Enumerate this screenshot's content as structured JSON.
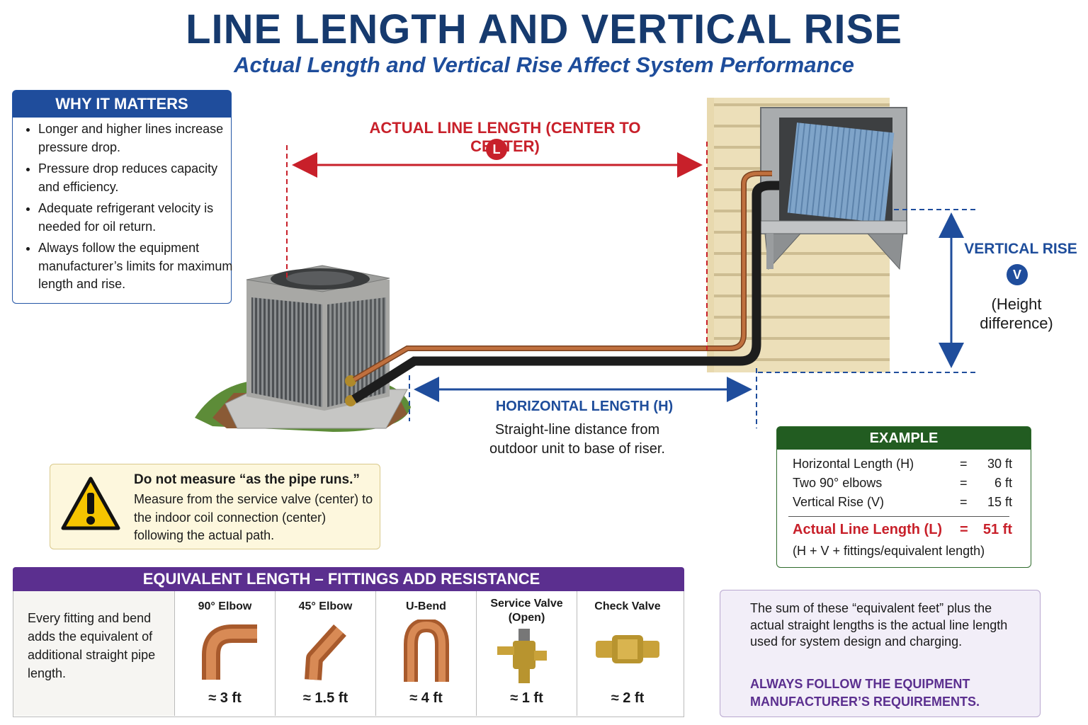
{
  "title": "LINE LENGTH AND VERTICAL RISE",
  "subtitle": "Actual Length and Vertical Rise Affect System Performance",
  "why": {
    "heading": "WHY IT MATTERS",
    "items": [
      "Longer and higher lines increase pressure drop.",
      "Pressure drop reduces capacity and efficiency.",
      "Adequate refrigerant velocity is needed for oil return.",
      "Always follow the equipment manufacturer’s limits for maximum length and rise."
    ]
  },
  "dimensions": {
    "actual_label": "ACTUAL LINE LENGTH (CENTER TO CENTER)",
    "actual_badge": "L",
    "horizontal_label": "HORIZONTAL LENGTH (H)",
    "horizontal_desc": "Straight-line distance from outdoor unit to base of riser.",
    "vertical_label": "VERTICAL RISE",
    "vertical_badge": "V",
    "vertical_desc": "(Height difference)"
  },
  "warning": {
    "heading": "Do not measure “as the pipe runs.”",
    "body": "Measure from the service valve (center) to the indoor coil connection (center) following the actual path."
  },
  "example": {
    "heading": "EXAMPLE",
    "rows": [
      {
        "label": "Horizontal Length (H)",
        "eq": "=",
        "value": "30 ft"
      },
      {
        "label": "Two 90° elbows",
        "eq": "=",
        "value": "6 ft"
      },
      {
        "label": "Vertical Rise (V)",
        "eq": "=",
        "value": "15 ft"
      }
    ],
    "total": {
      "label": "Actual Line Length (L)",
      "eq": "=",
      "value": "51 ft"
    },
    "note": "(H + V + fittings/equivalent length)"
  },
  "equivalent": {
    "heading": "EQUIVALENT LENGTH – FITTINGS ADD RESISTANCE",
    "intro": "Every fitting and bend adds the equivalent of additional straight pipe length.",
    "fittings": [
      {
        "name": "90° Elbow",
        "value": "≈ 3 ft"
      },
      {
        "name": "45° Elbow",
        "value": "≈ 1.5 ft"
      },
      {
        "name": "U-Bend",
        "value": "≈ 4 ft"
      },
      {
        "name": "Service Valve (Open)",
        "value": "≈ 1 ft"
      },
      {
        "name": "Check Valve",
        "value": "≈ 2 ft"
      }
    ],
    "note": "The sum of these “equivalent feet” plus the actual straight lengths is the actual line length used for system design and charging.",
    "note_strong": "ALWAYS FOLLOW THE EQUIPMENT MANUFACTURER’S REQUIREMENTS."
  },
  "colors": {
    "title_blue": "#163a6e",
    "accent_red": "#c8202a",
    "accent_blue": "#1f4d9c",
    "example_green": "#225c21",
    "equivalent_purple": "#5b2f8f",
    "copper": "#c0703e"
  }
}
